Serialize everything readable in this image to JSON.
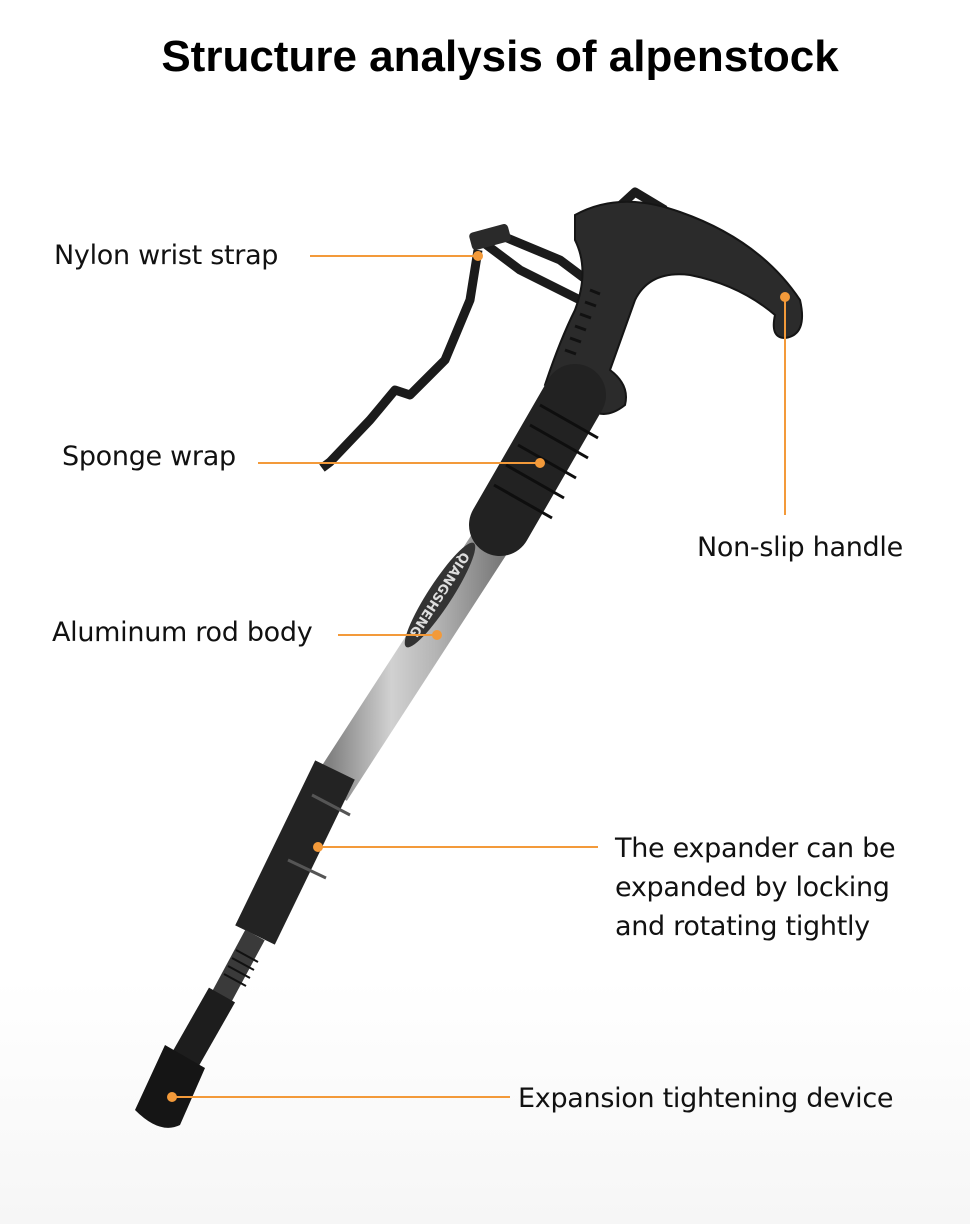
{
  "title": "Structure analysis of alpenstock",
  "brand_text": "QIANGSHENG",
  "accent_color": "#f39a3a",
  "labels": {
    "wrist_strap": "Nylon wrist strap",
    "sponge": "Sponge wrap",
    "handle": "Non-slip handle",
    "rod": "Aluminum rod body",
    "expander": [
      "The expander can be",
      "expanded by locking",
      "and rotating tightly"
    ],
    "tightening": "Expansion tightening device"
  }
}
